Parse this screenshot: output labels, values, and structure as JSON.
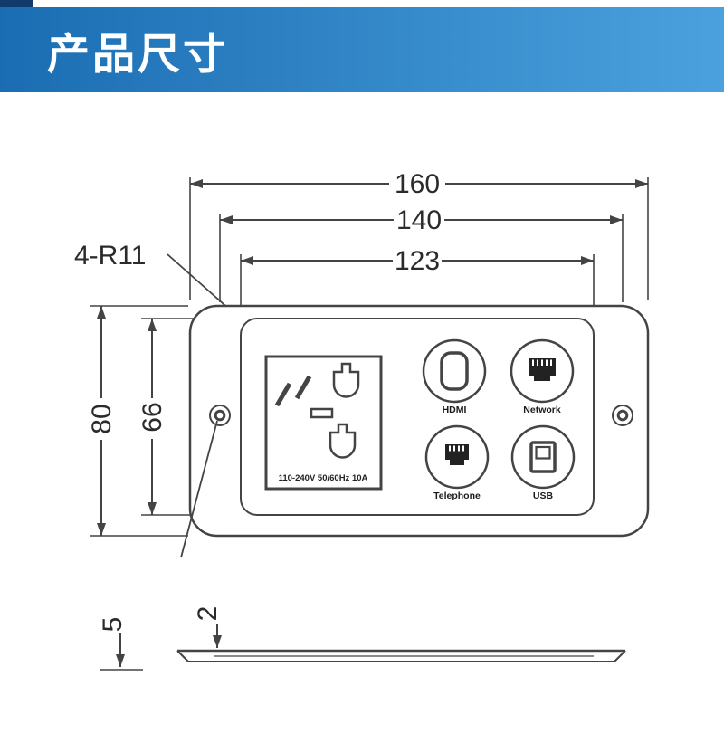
{
  "header": {
    "title": "产品尺寸",
    "colors": {
      "banner_gradient_start": "#1a6db2",
      "banner_gradient_end": "#4ba1dd",
      "corner_block": "#123a6d",
      "title_text": "#ffffff",
      "line_color": "#444444"
    }
  },
  "drawing": {
    "dimensions": {
      "overall_width": "160",
      "mounting_hole_spacing": "140",
      "inner_width": "123",
      "corner_radius_note": "4-R11",
      "overall_height": "80",
      "inner_height": "66",
      "side_total_thickness": "5",
      "side_plate_thickness": "2"
    },
    "socket": {
      "rating": "110-240V 50/60Hz 10A"
    },
    "ports": [
      {
        "label": "HDMI"
      },
      {
        "label": "Network"
      },
      {
        "label": "Telephone"
      },
      {
        "label": "USB"
      }
    ]
  }
}
